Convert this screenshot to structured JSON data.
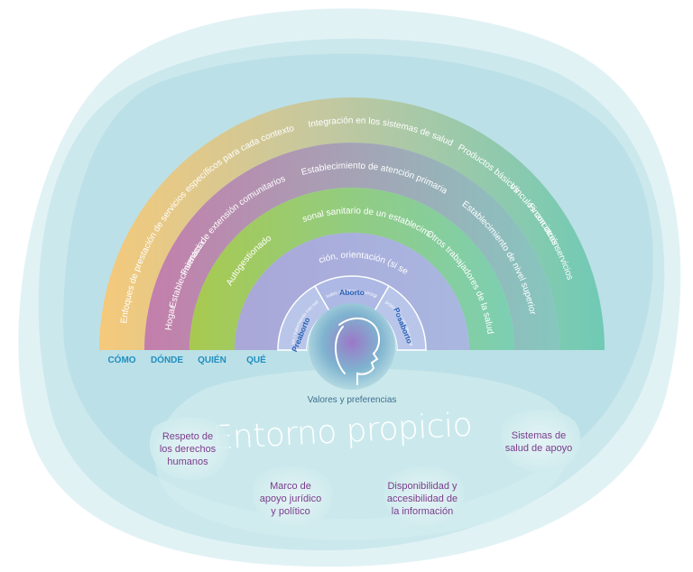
{
  "bands": [
    {
      "id": "como",
      "column_label": "CÓMO",
      "color_left": "#f5c97b",
      "color_right": "#6fcab5",
      "text_size": 10,
      "texts": [
        {
          "text": "Enfoques de prestación de servicios específicos para cada contexto",
          "side": "left"
        },
        {
          "text": "Integración en los sistemas de salud",
          "side": "top"
        },
        {
          "text": "Productos básicos",
          "side": "right-top"
        },
        {
          "text": "Financiación",
          "side": "right-mid"
        },
        {
          "text": "Vínculos con otros servicios",
          "side": "right"
        }
      ]
    },
    {
      "id": "donde",
      "column_label": "DÓNDE",
      "color_left": "#c47eab",
      "color_right": "#86c7bf",
      "text_size": 10,
      "texts": [
        {
          "text": "Hogar",
          "side": "left-low"
        },
        {
          "text": "Farmacia",
          "side": "left-mid"
        },
        {
          "text": "Establecimientos de extensión comunitarios",
          "side": "left"
        },
        {
          "text": "Establecimiento de atención primaria",
          "side": "top"
        },
        {
          "text": "Establecimiento de nivel superior",
          "side": "right"
        }
      ]
    },
    {
      "id": "quien",
      "column_label": "QUIÉN",
      "color_left": "#a8c94f",
      "color_right": "#7ccfb4",
      "text_size": 10,
      "texts": [
        {
          "text": "Autogestionado",
          "side": "left"
        },
        {
          "text": "Personal sanitario de un establecimiento",
          "side": "top"
        },
        {
          "text": "Otros trabajadores de la salud",
          "side": "right"
        }
      ]
    },
    {
      "id": "que",
      "column_label": "QUÉ",
      "color_left": "#a9a7d8",
      "color_right": "#a9b7e0",
      "text_size": 10,
      "texts": [
        {
          "text": "Información, orientación (si se desea)",
          "side": "top"
        }
      ]
    }
  ],
  "inner_segments": {
    "left": "Preparación / tratamiento con mifepristona",
    "middle": "Métodos médicos y quirúrgicos",
    "right": "Anticoncepción / Manejo de complicaciones"
  },
  "mini_labels": {
    "preaborto": "Preaborto",
    "aborto": "Aborto",
    "posaborto": "Posaborto"
  },
  "center": {
    "label": "Valores y preferencias",
    "icon": "woman-profile-icon"
  },
  "environment": {
    "title": "Entorno propicio",
    "pillars": [
      {
        "id": "human-rights",
        "text": [
          "Respeto de",
          "los derechos",
          "humanos"
        ]
      },
      {
        "id": "legal-framework",
        "text": [
          "Marco de",
          "apoyo jurídico",
          "y político"
        ]
      },
      {
        "id": "information",
        "text": [
          "Disponibilidad y",
          "accesibilidad de",
          "la información"
        ]
      },
      {
        "id": "support-systems",
        "text": [
          "Sistemas de",
          "salud de apoyo"
        ]
      }
    ]
  },
  "colors": {
    "blob": "#bfe3e8",
    "column_label": "#1f8fc0",
    "pillar_text": "#7a3c8c",
    "mini_label": "#2a62b5"
  }
}
